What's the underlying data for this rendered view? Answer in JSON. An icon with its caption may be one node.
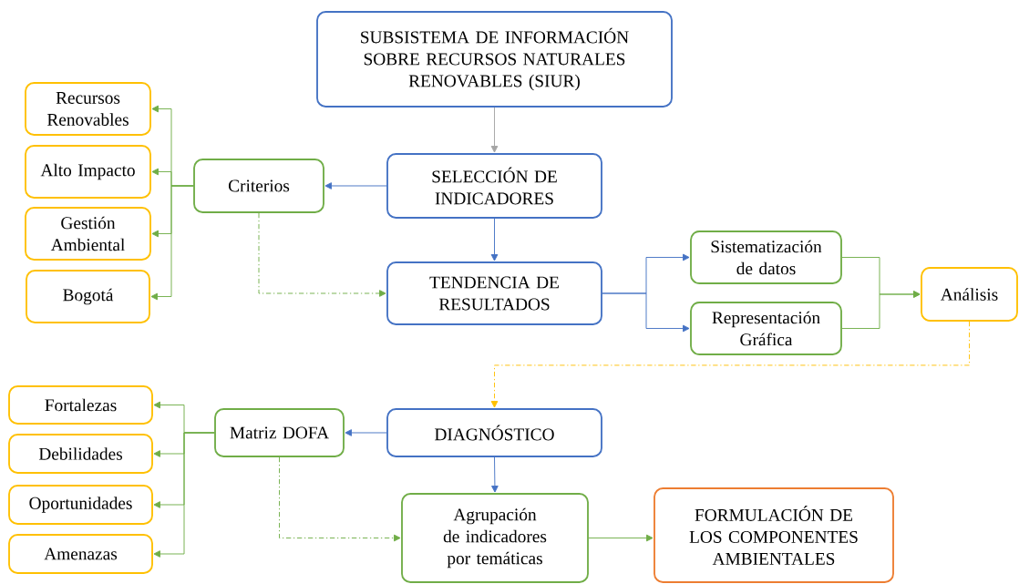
{
  "diagram": {
    "nodes": [
      {
        "text": [
          "SUBSISTEMA DE INFORMACIÓN SOBRE RECURSOS NATURALES RENOVABLES (SIUR)"
        ]
      },
      {
        "text": [
          "SELECCIÓN DE INDICADORES"
        ]
      },
      {
        "text": [
          "Criterios"
        ]
      },
      {
        "text": [
          "Recursos Renovables"
        ]
      },
      {
        "text": [
          "Alto Impacto"
        ]
      },
      {
        "text": [
          "Gestión Ambiental"
        ]
      },
      {
        "text": [
          "Bogotá"
        ]
      },
      {
        "text": [
          "TENDENCIA DE RESULTADOS"
        ]
      },
      {
        "text": [
          "Sistematización de datos"
        ]
      },
      {
        "text": [
          "Representación Gráfica"
        ]
      },
      {
        "text": [
          "Análisis"
        ]
      },
      {
        "text": [
          "DIAGNÓSTICO"
        ]
      },
      {
        "text": [
          "Matriz DOFA"
        ]
      },
      {
        "text": [
          "Fortalezas"
        ]
      },
      {
        "text": [
          "Debilidades"
        ]
      },
      {
        "text": [
          "Oportunidades"
        ]
      },
      {
        "text": [
          "Amenazas"
        ]
      },
      {
        "text": [
          "Agrupación de indicadores por temáticas"
        ]
      },
      {
        "text": [
          "FORMULACIÓN DE LOS COMPONENTES AMBIENTALES"
        ]
      }
    ],
    "edges": [
      {
        "from": 0,
        "to": 1,
        "arrow": "to",
        "color": "#a5a5a5"
      },
      {
        "from": 1,
        "to": 2,
        "arrow": "to",
        "color": "#4472c4"
      },
      {
        "from": 2,
        "to": 3,
        "arrow": "to"
      },
      {
        "from": 2,
        "to": 4,
        "arrow": "to"
      },
      {
        "from": 2,
        "to": 5,
        "arrow": "to"
      },
      {
        "from": 2,
        "to": 6,
        "arrow": "to"
      },
      {
        "from": 2,
        "to": 7,
        "arrow": "to",
        "style": "dashed"
      },
      {
        "from": 1,
        "to": 7,
        "arrow": "to",
        "color": "#4472c4"
      },
      {
        "from": 7,
        "to": 8,
        "arrow": "to",
        "color": "#4472c4"
      },
      {
        "from": 7,
        "to": 9,
        "arrow": "to",
        "color": "#4472c4"
      },
      {
        "from": 8,
        "to": 10,
        "arrow": "to"
      },
      {
        "from": 9,
        "to": 10,
        "arrow": "to"
      },
      {
        "from": 10,
        "to": 11,
        "arrow": "to",
        "style": "dashed",
        "color": "#ffc000"
      },
      {
        "from": 11,
        "to": 12,
        "arrow": "to",
        "color": "#4472c4"
      },
      {
        "from": 12,
        "to": 13,
        "arrow": "to"
      },
      {
        "from": 12,
        "to": 14,
        "arrow": "to"
      },
      {
        "from": 12,
        "to": 15,
        "arrow": "to"
      },
      {
        "from": 12,
        "to": 16,
        "arrow": "to"
      },
      {
        "from": 11,
        "to": 17,
        "arrow": "to",
        "color": "#4472c4"
      },
      {
        "from": 12,
        "to": 17,
        "arrow": "to",
        "style": "dashed"
      },
      {
        "from": 17,
        "to": 18,
        "arrow": "to"
      }
    ]
  }
}
